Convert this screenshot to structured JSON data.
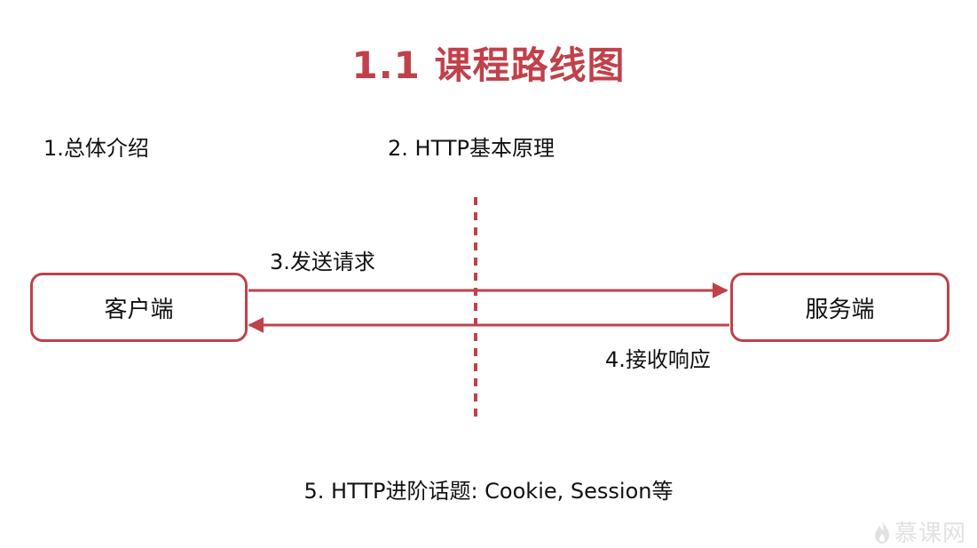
{
  "colors": {
    "accent": "#c0414a",
    "text": "#111111",
    "watermark": "#c9c9c9"
  },
  "title": "1.1 课程路线图",
  "items": {
    "overview": "1.总体介绍",
    "http_basics": "2. HTTP基本原理",
    "send_request": "3.发送请求",
    "receive_response": "4.接收响应",
    "advanced": "5. HTTP进阶话题: Cookie, Session等"
  },
  "nodes": {
    "client": "客户端",
    "server": "服务端"
  },
  "watermark": {
    "icon": "flame-icon",
    "text": "慕课网"
  }
}
